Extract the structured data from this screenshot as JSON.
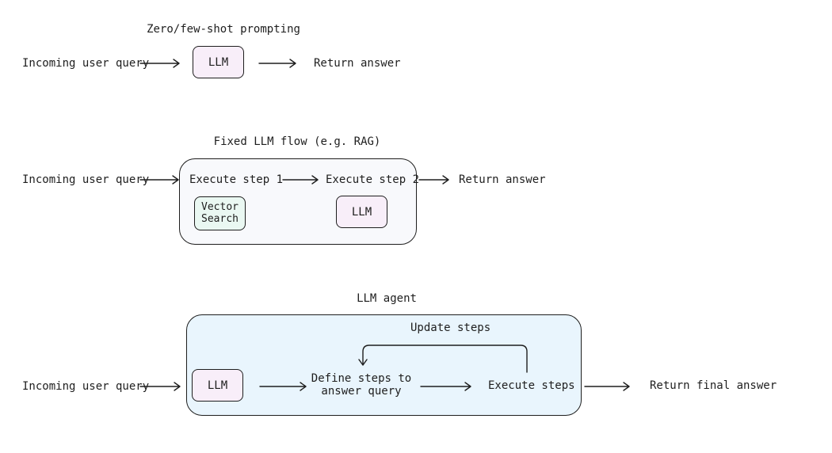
{
  "section1": {
    "title": "Zero/few-shot prompting",
    "input": "Incoming user query",
    "llm": "LLM",
    "output": "Return answer"
  },
  "section2": {
    "title": "Fixed LLM flow (e.g. RAG)",
    "input": "Incoming user query",
    "step1": "Execute step 1",
    "step2": "Execute step 2",
    "vector_search_line1": "Vector",
    "vector_search_line2": "Search",
    "llm": "LLM",
    "output": "Return answer"
  },
  "section3": {
    "title": "LLM agent",
    "input": "Incoming user query",
    "llm": "LLM",
    "define_line1": "Define steps to",
    "define_line2": "answer query",
    "execute": "Execute steps",
    "update": "Update steps",
    "output": "Return final answer"
  },
  "colors": {
    "llm_fill": "#f8eef9",
    "vector_search_fill": "#eaf8f2",
    "fixed_flow_frame_fill": "#f8f9fc",
    "agent_frame_fill": "#e9f5fd",
    "stroke": "#1e1e1e"
  }
}
